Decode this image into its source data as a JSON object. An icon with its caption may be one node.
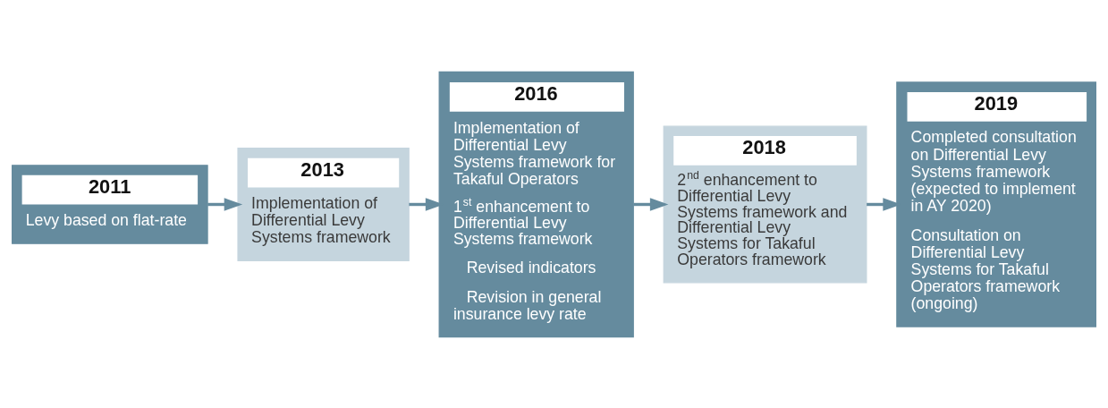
{
  "diagram": {
    "nodes": [
      {
        "text": [
          "2011",
          "Levy based on flat-rate"
        ]
      },
      {
        "text": [
          "2013",
          "Implementation of Differential Levy Systems framework"
        ]
      },
      {
        "text": [
          "2016",
          "Implementation of Differential Levy Systems framework for Takaful Operators",
          "1$^{st}$ enhancement to Differential Levy Systems framework",
          "Revised indicators",
          "Revision in general insurance levy rate"
        ]
      },
      {
        "text": [
          "2018",
          "2$^{nd}$ enhancement to Differential Levy Systems framework and Differential Levy Systems for Takaful Operators framework"
        ]
      },
      {
        "text": [
          "2019",
          "Completed consultation on Differential Levy Systems framework (expected to implement in AY 2020)",
          "Consultation on Differential Levy Systems for Takaful Operators framework (ongoing)"
        ]
      }
    ],
    "edges": [
      {
        "from": 0,
        "to": 1,
        "arrow": "to"
      },
      {
        "from": 1,
        "to": 2,
        "arrow": "to"
      },
      {
        "from": 2,
        "to": 3,
        "arrow": "to"
      },
      {
        "from": 3,
        "to": 4,
        "arrow": "to"
      }
    ]
  }
}
